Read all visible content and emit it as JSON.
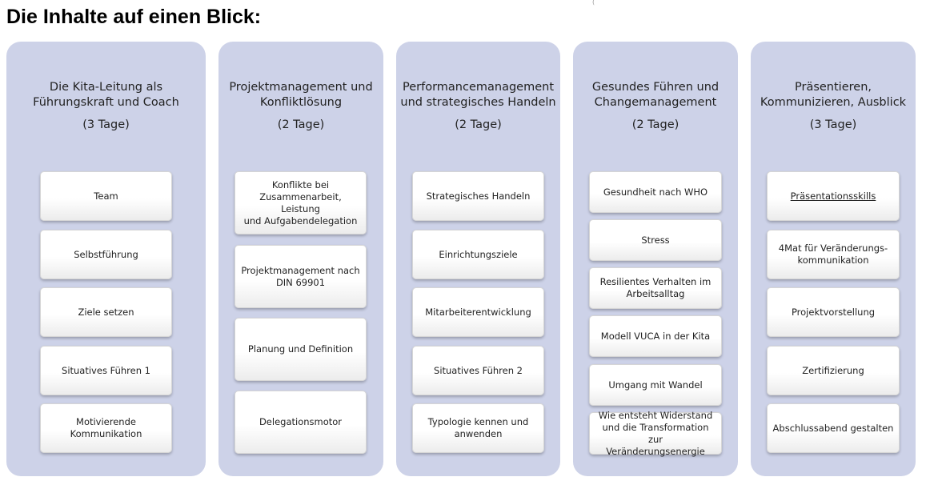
{
  "title": "Die Inhalte auf einen Blick:",
  "stray_mark": "(",
  "columns": [
    {
      "title": "Die Kita-Leitung als\nFührungskraft und Coach",
      "duration": "(3 Tage)",
      "items": [
        "Team",
        "Selbstführung",
        "Ziele setzen",
        "Situatives Führen 1",
        "Motivierende\nKommunikation"
      ]
    },
    {
      "title": "Projektmanagement und\nKonfliktlösung",
      "duration": "(2 Tage)",
      "items": [
        "Konflikte bei\nZusammenarbeit, Leistung\nund Aufgabendelegation",
        "Projektmanagement nach\nDIN 69901",
        "Planung und Definition",
        "Delegationsmotor"
      ]
    },
    {
      "title": "Performancemanagement\nund strategisches Handeln",
      "duration": "(2 Tage)",
      "items": [
        "Strategisches Handeln",
        "Einrichtungsziele",
        "Mitarbeiterentwicklung",
        "Situatives Führen 2",
        "Typologie kennen und\nanwenden"
      ]
    },
    {
      "title": "Gesundes Führen und\nChangemanagement",
      "duration": "(2 Tage)",
      "items": [
        "Gesundheit  nach WHO",
        "Stress",
        "Resilientes Verhalten im\nArbeitsalltag",
        "Modell VUCA in der Kita",
        "Umgang mit Wandel",
        "Wie entsteht Widerstand\nund die Transformation zur\nVeränderungsenergie"
      ]
    },
    {
      "title": "Präsentieren,\nKommunizieren, Ausblick",
      "duration": "(3 Tage)",
      "items": [
        "Präsentationsskills",
        "4Mat für Veränderungs-\nkommunikation",
        "Projektvorstellung",
        "Zertifizierung",
        "Abschlussabend gestalten"
      ]
    }
  ],
  "colors": {
    "column_background": "#cdd2e8",
    "box_background": "#ffffff",
    "text": "#222222"
  }
}
